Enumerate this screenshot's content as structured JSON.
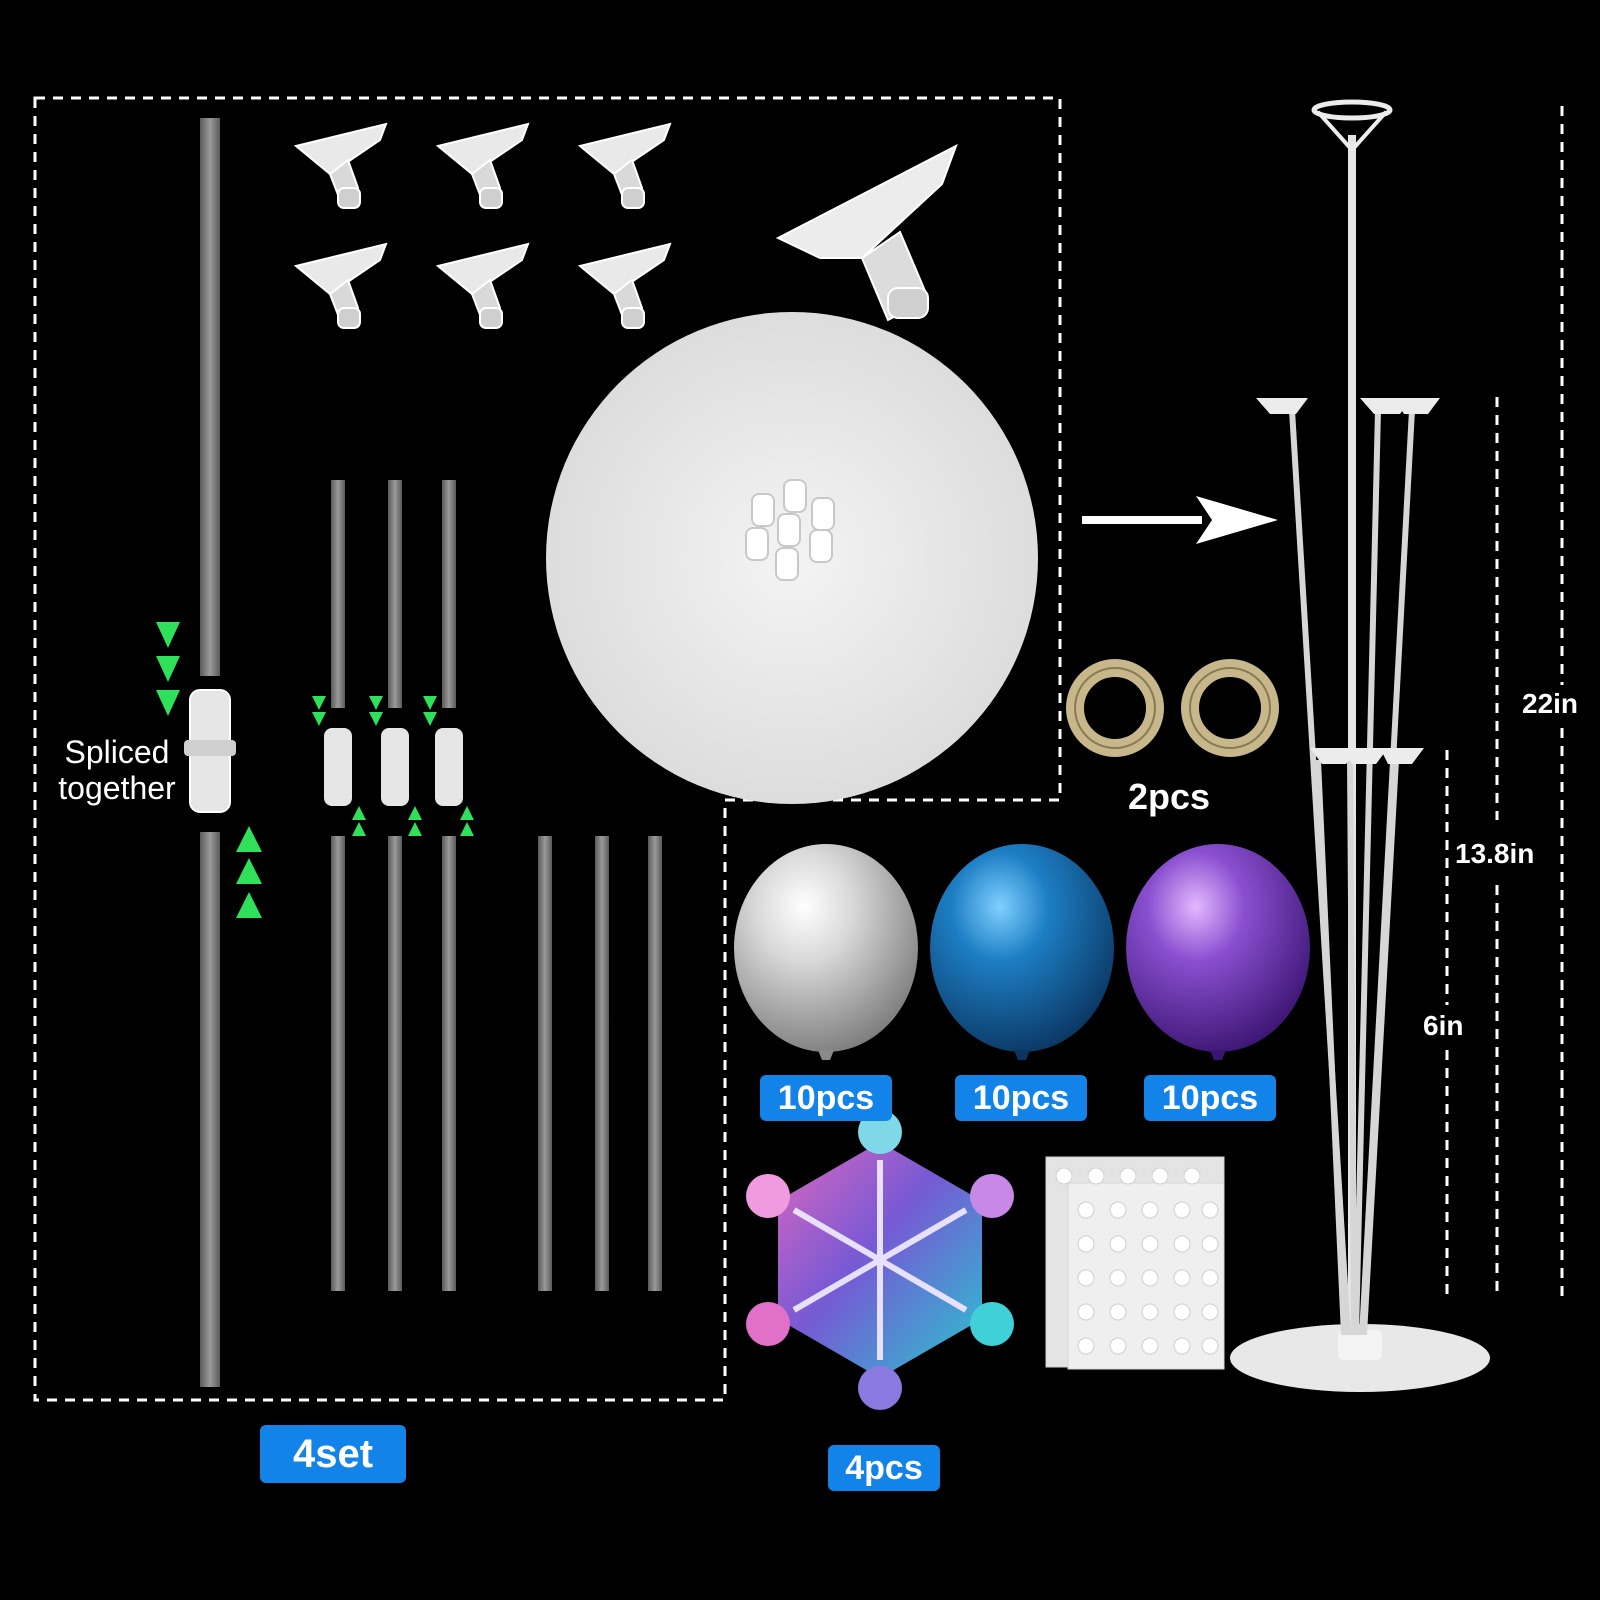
{
  "labels": {
    "spliced_line1": "Spliced",
    "spliced_line2": "together",
    "tape_count": "2pcs",
    "dim_total": "22in",
    "dim_middle": "13.8in",
    "dim_lower": "6in"
  },
  "badges": {
    "sets": "4set",
    "silver_balloons": "10pcs",
    "blue_balloons": "10pcs",
    "purple_balloons": "10pcs",
    "snowflake_foil": "4pcs"
  },
  "colors": {
    "background": "#000000",
    "badge": "#1283e8",
    "arrow_green": "#2ee05a",
    "dashed_border": "#ffffff"
  },
  "icons": [
    "balloon-cup-icon",
    "base-disc-icon",
    "tape-roll-icon",
    "balloon-icon",
    "snowflake-balloon-icon",
    "glue-dot-sheet-icon",
    "balloon-stand-icon",
    "arrow-right-icon"
  ]
}
